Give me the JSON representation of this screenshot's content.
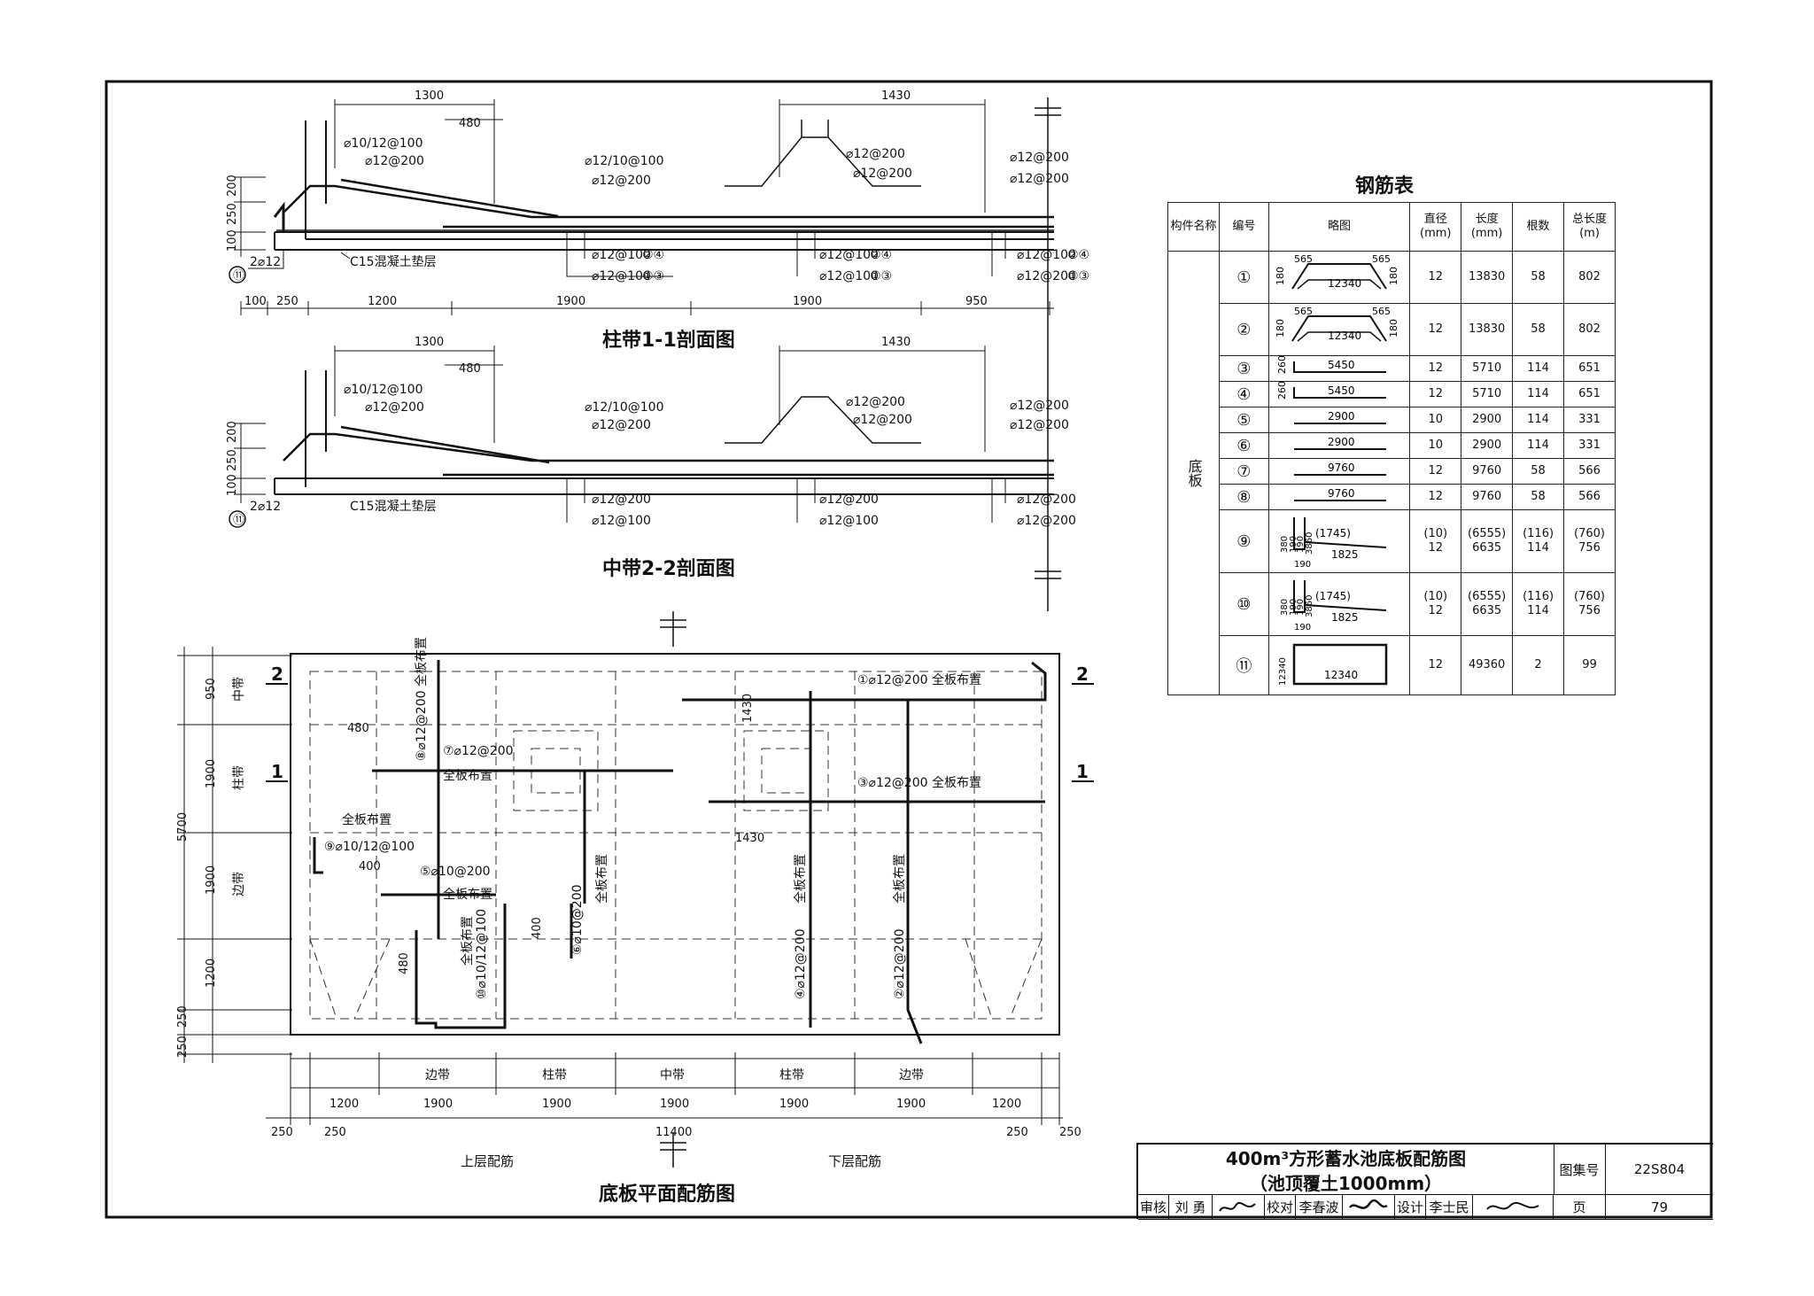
{
  "sections": {
    "section_1_title": "柱带1-1剖面图",
    "section_2_title": "中带2-2剖面图",
    "plan_title": "底板平面配筋图",
    "upper_label": "上层配筋",
    "lower_label": "下层配筋"
  },
  "section_1": {
    "dim_top_left": "1300",
    "dim_480": "480",
    "dim_top_right": "1430",
    "callouts_top": [
      "⌀10/12@100",
      "⌀12@200",
      "⌀12/10@100",
      "⌀12@200",
      "⌀12@200",
      "⌀12@200",
      "⌀12@200",
      "⌀12@200"
    ],
    "callouts_bottom": [
      "⌀12@100",
      "⌀12@100",
      "⌀12@100",
      "⌀12@100",
      "⌀12@100",
      "⌀12@200"
    ],
    "nums_bottom_1": [
      "②④",
      "①③",
      "②④",
      "①③",
      "②④",
      "①③"
    ],
    "left_dims": [
      "200",
      "250",
      "100"
    ],
    "bar_11": "2⌀12",
    "cushion": "C15混凝土垫层",
    "bottom_dims": [
      "100",
      "250",
      "1200",
      "1900",
      "1900",
      "950"
    ]
  },
  "section_2": {
    "dim_top_left": "1300",
    "dim_480": "480",
    "dim_top_right": "1430",
    "callouts_top": [
      "⌀10/12@100",
      "⌀12@200",
      "⌀12/10@100",
      "⌀12@200",
      "⌀12@200",
      "⌀12@200",
      "⌀12@200",
      "⌀12@200"
    ],
    "callouts_bottom": [
      "⌀12@200",
      "⌀12@100",
      "⌀12@200",
      "⌀12@100",
      "⌀12@200",
      "⌀12@200"
    ],
    "left_dims": [
      "200",
      "250",
      "100"
    ],
    "bar_11": "2⌀12",
    "cushion": "C15混凝土垫层"
  },
  "plan": {
    "left_dims": [
      "950",
      "1900",
      "1900",
      "1200",
      "250",
      "250"
    ],
    "total_left": "5700",
    "band_labels_left": [
      "中带",
      "柱带",
      "边带"
    ],
    "bands_bottom": [
      "边带",
      "柱带",
      "中带",
      "柱带",
      "边带"
    ],
    "dims_bottom_1": [
      "1200",
      "1900",
      "1900",
      "1900",
      "1900",
      "1900",
      "1200"
    ],
    "dims_bottom_2": [
      "250",
      "250",
      "11400",
      "250",
      "250"
    ],
    "callouts": {
      "c1": "①⌀12@200 全板布置",
      "c3": "③⌀12@200 全板布置",
      "c7": "⑦⌀12@200",
      "c7b": "全板布置",
      "c8": "⑧⌀12@200 全板布置",
      "c9a": "全板布置",
      "c9": "⑨⌀10/12@100",
      "c5": "⑤⌀10@200",
      "c5b": "全板布置",
      "c6": "⑥⌀10@200",
      "c6b": "全板布置",
      "c10": "⑩⌀10/12@100",
      "c10b": "全板布置",
      "c4": "④⌀12@200",
      "c4b": "全板布置",
      "c2": "②⌀12@200",
      "c2b": "全板布置",
      "d480a": "480",
      "d400a": "400",
      "d400b": "400",
      "d480b": "480",
      "d1430a": "1430",
      "d1430b": "1430"
    },
    "section_marks": [
      "2",
      "1",
      "1",
      "2"
    ]
  },
  "rebar_table": {
    "title": "钢筋表",
    "headers": [
      "构件名称",
      "编号",
      "略图",
      "直径(mm)",
      "长度(mm)",
      "根数",
      "总长度(m)"
    ],
    "component": "底板",
    "rows": [
      {
        "no": "①",
        "sketch": "bent",
        "sk_len": "12340",
        "sk_ends": "565",
        "sk_h": "180",
        "dia": "12",
        "len": "13830",
        "count": "58",
        "total": "802"
      },
      {
        "no": "②",
        "sketch": "bent",
        "sk_len": "12340",
        "sk_ends": "565",
        "sk_h": "180",
        "dia": "12",
        "len": "13830",
        "count": "58",
        "total": "802"
      },
      {
        "no": "③",
        "sketch": "hook",
        "sk_len": "5450",
        "sk_h": "260",
        "dia": "12",
        "len": "5710",
        "count": "114",
        "total": "651"
      },
      {
        "no": "④",
        "sketch": "hook",
        "sk_len": "5450",
        "sk_h": "260",
        "dia": "12",
        "len": "5710",
        "count": "114",
        "total": "651"
      },
      {
        "no": "⑤",
        "sketch": "straight",
        "sk_len": "2900",
        "dia": "10",
        "len": "2900",
        "count": "114",
        "total": "331"
      },
      {
        "no": "⑥",
        "sketch": "straight",
        "sk_len": "2900",
        "dia": "10",
        "len": "2900",
        "count": "114",
        "total": "331"
      },
      {
        "no": "⑦",
        "sketch": "straight",
        "sk_len": "9760",
        "dia": "12",
        "len": "9760",
        "count": "58",
        "total": "566"
      },
      {
        "no": "⑧",
        "sketch": "straight",
        "sk_len": "9760",
        "dia": "12",
        "len": "9760",
        "count": "58",
        "total": "566"
      },
      {
        "no": "⑨",
        "sketch": "angle",
        "sk_a": "(1745)",
        "sk_b": "1825",
        "sk_v1": "190",
        "sk_v2": "190",
        "sk_v3": "3860",
        "sk_v4": "380",
        "sk_v5": "190",
        "dia": "(10)\n12",
        "len": "(6555)\n6635",
        "count": "(116)\n114",
        "total": "(760)\n756"
      },
      {
        "no": "⑩",
        "sketch": "angle",
        "sk_a": "(1745)",
        "sk_b": "1825",
        "sk_v1": "190",
        "sk_v2": "190",
        "sk_v3": "3860",
        "sk_v4": "380",
        "sk_v5": "190",
        "dia": "(10)\n12",
        "len": "(6555)\n6635",
        "count": "(116)\n114",
        "total": "(760)\n756"
      },
      {
        "no": "⑪",
        "sketch": "rect",
        "sk_len": "12340",
        "sk_h": "12340",
        "dia": "12",
        "len": "49360",
        "count": "2",
        "total": "99"
      }
    ]
  },
  "title_block": {
    "title_line1": "400m³方形蓄水池底板配筋图",
    "title_line2": "（池顶覆土1000mm）",
    "atlas_label": "图集号",
    "atlas_no": "22S804",
    "review_label": "审核",
    "reviewer": "刘 勇",
    "check_label": "校对",
    "checker": "李春波",
    "design_label": "设计",
    "designer": "李士民",
    "page_label": "页",
    "page_no": "79"
  }
}
